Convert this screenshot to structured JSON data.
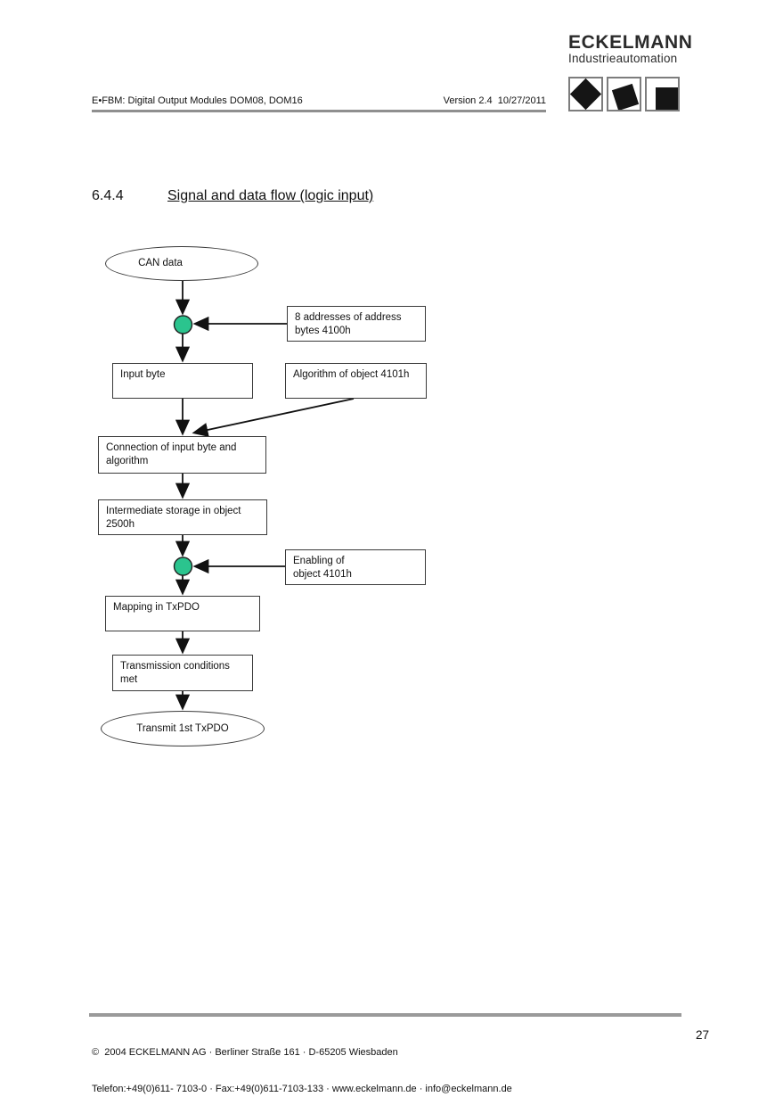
{
  "page": {
    "number": "27"
  },
  "logo": {
    "brand": "ECKELMANN",
    "subtitle": "Industrieautomation"
  },
  "header": {
    "left": "E•FBM: Digital Output Modules DOM08, DOM16",
    "right": "Version 2.4  10/27/2011"
  },
  "heading": {
    "number": "6.4.4",
    "title": "Signal and data flow (logic input)"
  },
  "flowchart": {
    "connector_color": "#2BC48E",
    "can_data": {
      "label": "CAN data"
    },
    "addresses": {
      "lines": [
        "8 addresses of address",
        "bytes 4100h"
      ]
    },
    "input_byte": {
      "label": "Input byte"
    },
    "algorithm": {
      "label": "Algorithm of object 4101h"
    },
    "connection": {
      "lines": [
        "Connection of input byte and",
        "algorithm"
      ]
    },
    "intermediate": {
      "lines": [
        "Intermediate storage in object",
        "2500h"
      ]
    },
    "enabling": {
      "lines": [
        "Enabling of",
        "object 4101h"
      ]
    },
    "mapping": {
      "label": "Mapping in TxPDO"
    },
    "transmission": {
      "lines": [
        "Transmission conditions",
        "met"
      ]
    },
    "transmit": {
      "label": "Transmit 1st TxPDO"
    }
  },
  "footer": {
    "line1": "©  2004 ECKELMANN AG · Berliner Straße 161 · D-65205 Wiesbaden",
    "line2": "Telefon:+49(0)611- 7103-0 · Fax:+49(0)611-7103-133 · www.eckelmann.de · info@eckelmann.de"
  }
}
